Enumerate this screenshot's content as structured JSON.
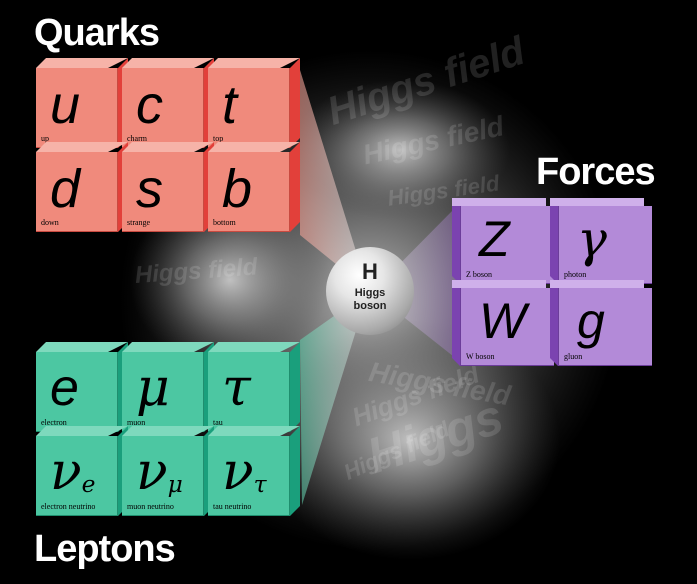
{
  "headings": {
    "quarks": "Quarks",
    "leptons": "Leptons",
    "forces": "Forces"
  },
  "quarks": [
    {
      "symbol": "u",
      "name": "up"
    },
    {
      "symbol": "c",
      "name": "charm"
    },
    {
      "symbol": "t",
      "name": "top"
    },
    {
      "symbol": "d",
      "name": "down"
    },
    {
      "symbol": "s",
      "name": "strange"
    },
    {
      "symbol": "b",
      "name": "bottom"
    }
  ],
  "leptons": [
    {
      "symbol": "e",
      "name": "electron"
    },
    {
      "symbol": "μ",
      "name": "muon"
    },
    {
      "symbol": "τ",
      "name": "tau"
    },
    {
      "symbol": "ν",
      "sub": "e",
      "name": "electron neutrino"
    },
    {
      "symbol": "ν",
      "sub": "μ",
      "name": "muon neutrino"
    },
    {
      "symbol": "ν",
      "sub": "τ",
      "name": "tau neutrino"
    }
  ],
  "forces": [
    {
      "symbol": "Z",
      "name": "Z boson"
    },
    {
      "symbol": "γ",
      "name": "photon"
    },
    {
      "symbol": "W",
      "name": "W boson"
    },
    {
      "symbol": "g",
      "name": "gluon"
    }
  ],
  "higgs": {
    "symbol": "H",
    "label_line1": "Higgs",
    "label_line2": "boson"
  },
  "field_texts": [
    "Higgs field",
    "Higgs field",
    "Higgs field",
    "Higgs field",
    "Higgs field",
    "Higgs field",
    "Higgs field",
    "Higgs"
  ],
  "colors": {
    "quark_face": "#f08a7c",
    "quark_side": "#e2403a",
    "lepton_face": "#4cc7a2",
    "lepton_side": "#1a9f7c",
    "force_face": "#b38ad8",
    "force_side": "#7b43b0",
    "background": "#000000"
  }
}
